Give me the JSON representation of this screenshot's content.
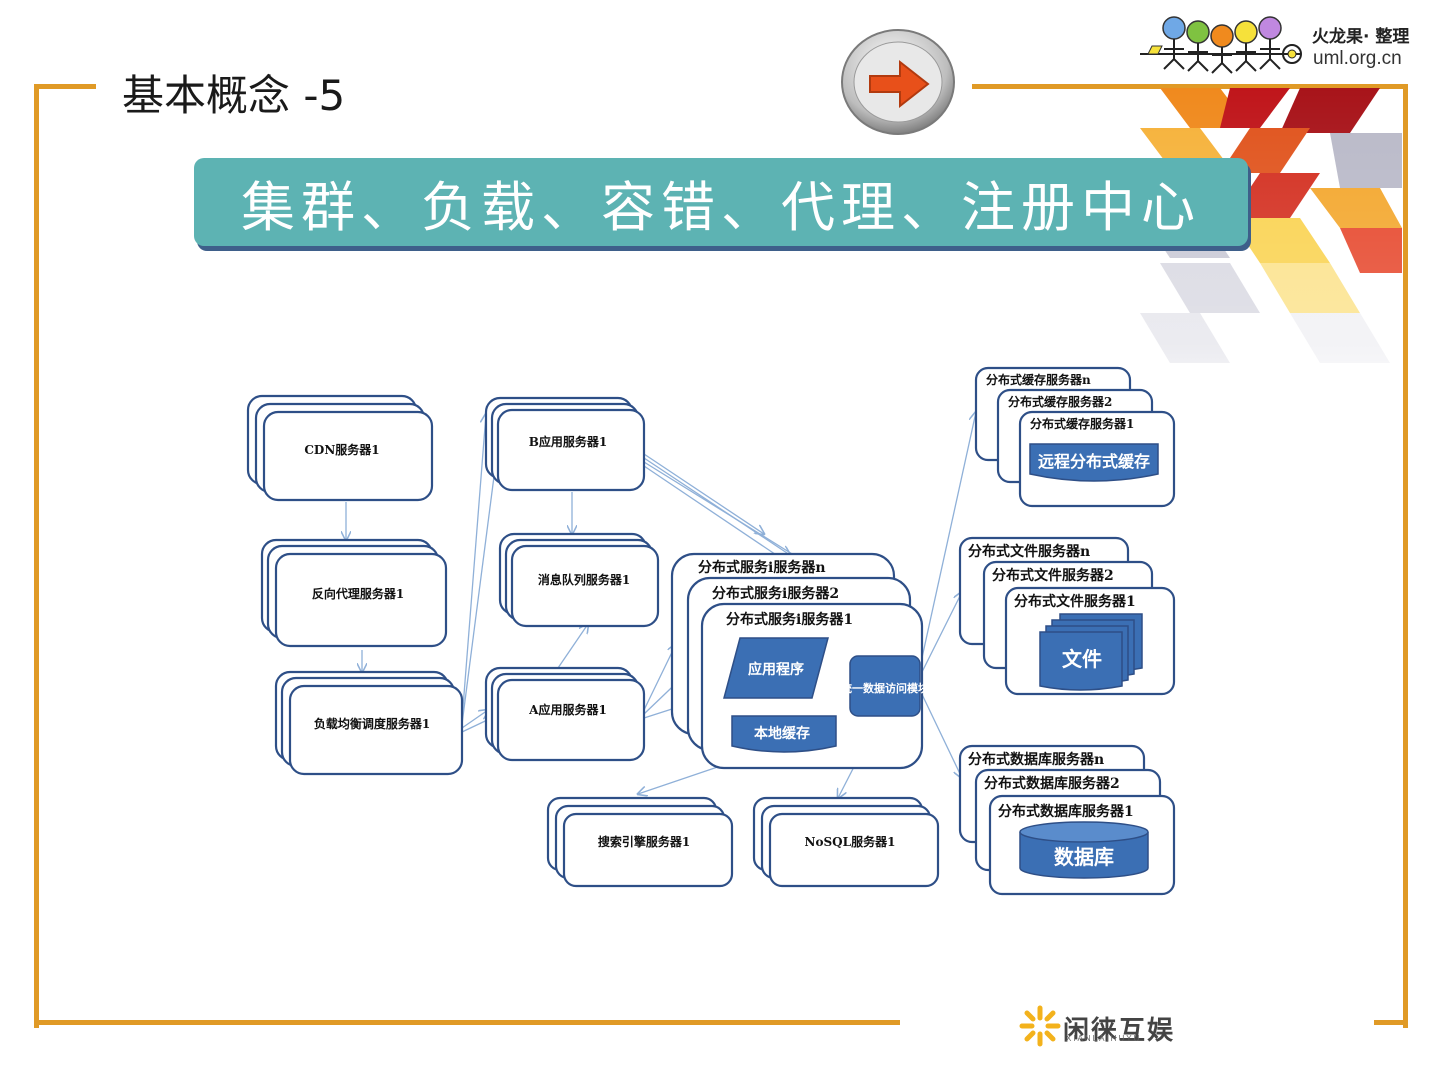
{
  "slide": {
    "title": "基本概念 -5",
    "banner": "集群、负载、容错、代理、注册中心"
  },
  "logo": {
    "top_line1": "火龙果· 整理",
    "top_line2": "uml.org.cn",
    "footer_name": "闲徕互娱",
    "footer_sub": "XIANLAIHUYU"
  },
  "icons": {
    "next": "arrow-right-icon",
    "people": "people-icon",
    "sun": "sun-icon"
  },
  "colors": {
    "frame": "#e09a26",
    "banner": "#5db3b3",
    "node_stroke": "#2e4f87",
    "node_fill_dark": "#3b6fb4",
    "arrow": "#8fb0d8"
  },
  "diagram": {
    "cdn": "CDN服务器1",
    "reverse_proxy": "反向代理服务器1",
    "load_balancer": "负载均衡调度服务器1",
    "app_b": "B应用服务器1",
    "mq": "消息队列服务器1",
    "app_a": "A应用服务器1",
    "dist_n": "分布式服务i服务器n",
    "dist_2": "分布式服务i服务器2",
    "dist_1": "分布式服务i服务器1",
    "app_program": "应用程序",
    "local_cache": "本地缓存",
    "data_access": "统一数据访问模块",
    "search": "搜索引擎服务器1",
    "nosql": "NoSQL服务器1",
    "cache_n": "分布式缓存服务器n",
    "cache_2": "分布式缓存服务器2",
    "cache_1": "分布式缓存服务器1",
    "remote_cache": "远程分布式缓存",
    "file_n": "分布式文件服务器n",
    "file_2": "分布式文件服务器2",
    "file_1": "分布式文件服务器1",
    "file": "文件",
    "db_n": "分布式数据库服务器n",
    "db_2": "分布式数据库服务器2",
    "db_1": "分布式数据库服务器1",
    "database": "数据库"
  }
}
